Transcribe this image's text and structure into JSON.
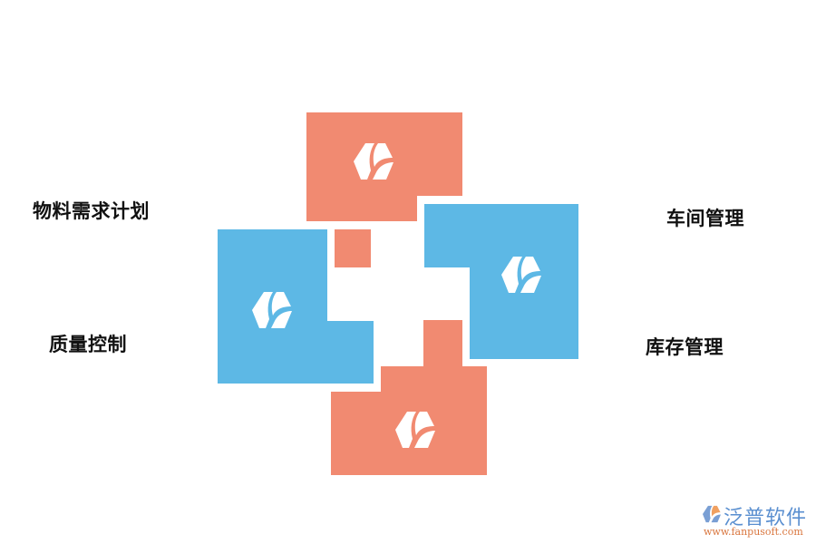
{
  "diagram": {
    "labels": {
      "top_left": "物料需求计划",
      "bottom_left": "质量控制",
      "top_right": "车间管理",
      "bottom_right": "库存管理"
    },
    "colors": {
      "orange": "#f18a71",
      "blue": "#5db8e5",
      "icon": "#ffffff"
    },
    "blocks": [
      {
        "name": "top-orange-block",
        "color": "orange",
        "icon": "leaf-hexagon-icon"
      },
      {
        "name": "left-blue-block",
        "color": "blue",
        "icon": "leaf-hexagon-icon"
      },
      {
        "name": "right-blue-block",
        "color": "blue",
        "icon": "leaf-hexagon-icon"
      },
      {
        "name": "bottom-orange-block",
        "color": "orange",
        "icon": "leaf-hexagon-icon"
      }
    ]
  },
  "watermark": {
    "brand": "泛普软件",
    "url": "www.fanpusoft.com"
  }
}
